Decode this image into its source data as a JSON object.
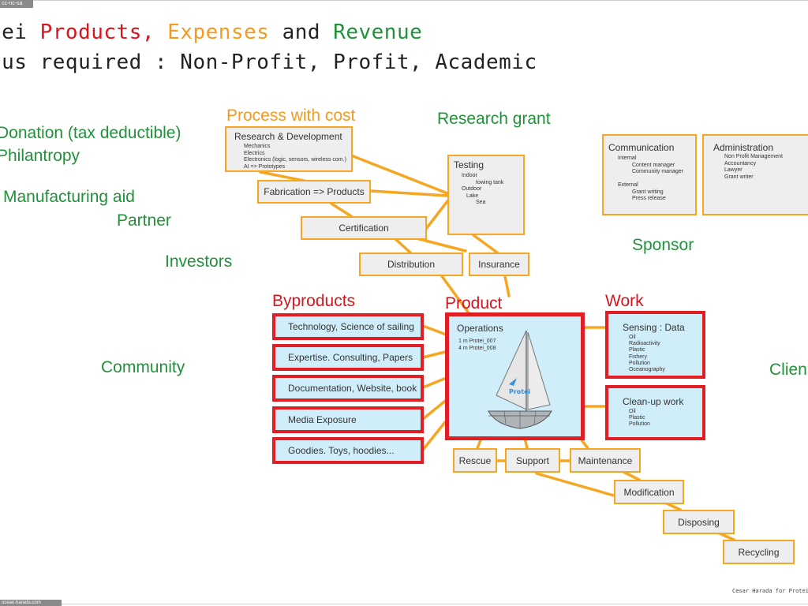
{
  "badge": {
    "license": "cc-nc-sa"
  },
  "footer": {
    "url": "ocean.harada.com",
    "credit": "Cesar Harada for Protei"
  },
  "title": {
    "line1_prefix": "tei ",
    "line1_products": "Products,",
    "line1_expenses": "Expenses",
    "line1_and": "and",
    "line1_revenue": "Revenue",
    "line2": "tus required : Non-Profit, Profit, Academic"
  },
  "revenue_labels": {
    "donation": "Donation (tax deductible)",
    "philantropy": "Philantropy",
    "manufacturing_aid": "Manufacturing aid",
    "partner": "Partner",
    "investors": "Investors",
    "community": "Community",
    "research_grant": "Research grant",
    "sponsor": "Sponsor",
    "clients": "Clien"
  },
  "process": {
    "heading": "Process with cost",
    "rnd": {
      "title": "Research & Development",
      "items": [
        "Mechanics",
        "Electrics",
        "Electronics (logic, sensors, wireless com.)",
        "AI => Prototypes"
      ]
    },
    "fabrication": "Fabrication => Products",
    "certification": "Certification",
    "distribution": "Distribution",
    "insurance": "Insurance",
    "testing": {
      "title": "Testing",
      "items": [
        "Indoor",
        "towing tank",
        "Outdoor",
        "Lake",
        "Sea"
      ]
    }
  },
  "organization": {
    "communication": {
      "title": "Communication",
      "items": [
        "Internal",
        "Content manager",
        "Community manager",
        "",
        "External",
        "Grant writing",
        "Press release"
      ]
    },
    "administration": {
      "title": "Administration",
      "items": [
        "Non Profit Management",
        "Accountancy",
        "Lawyer",
        "Grant writer"
      ]
    }
  },
  "byproducts": {
    "heading": "Byproducts",
    "items": [
      "Technology, Science of sailing",
      "Expertise. Consulting, Papers",
      "Documentation, Website, book",
      "Media Exposure",
      "Goodies. Toys, hoodies..."
    ]
  },
  "product": {
    "heading": "Product",
    "title": "Operations",
    "items": [
      "1 m Protei_007",
      "4 m Protei_008"
    ],
    "boat_logo": "Protei"
  },
  "work": {
    "heading": "Work",
    "sensing": {
      "title": "Sensing : Data",
      "items": [
        "Oil",
        "Radioactivity",
        "Plastic",
        "Fishery",
        "Pollution",
        "Oceanography"
      ]
    },
    "cleanup": {
      "title": "Clean-up work",
      "items": [
        "Oil",
        "Plastic",
        "Pollution"
      ]
    }
  },
  "lifecycle": {
    "rescue": "Rescue",
    "support": "Support",
    "maintenance": "Maintenance",
    "modification": "Modification",
    "disposing": "Disposing",
    "recycling": "Recycling"
  },
  "colors": {
    "revenue": "#21913a",
    "expenses": "#f39a1f",
    "products": "#d8141c",
    "box_fill": "#eeeeee",
    "product_fill": "#d0eef9"
  }
}
